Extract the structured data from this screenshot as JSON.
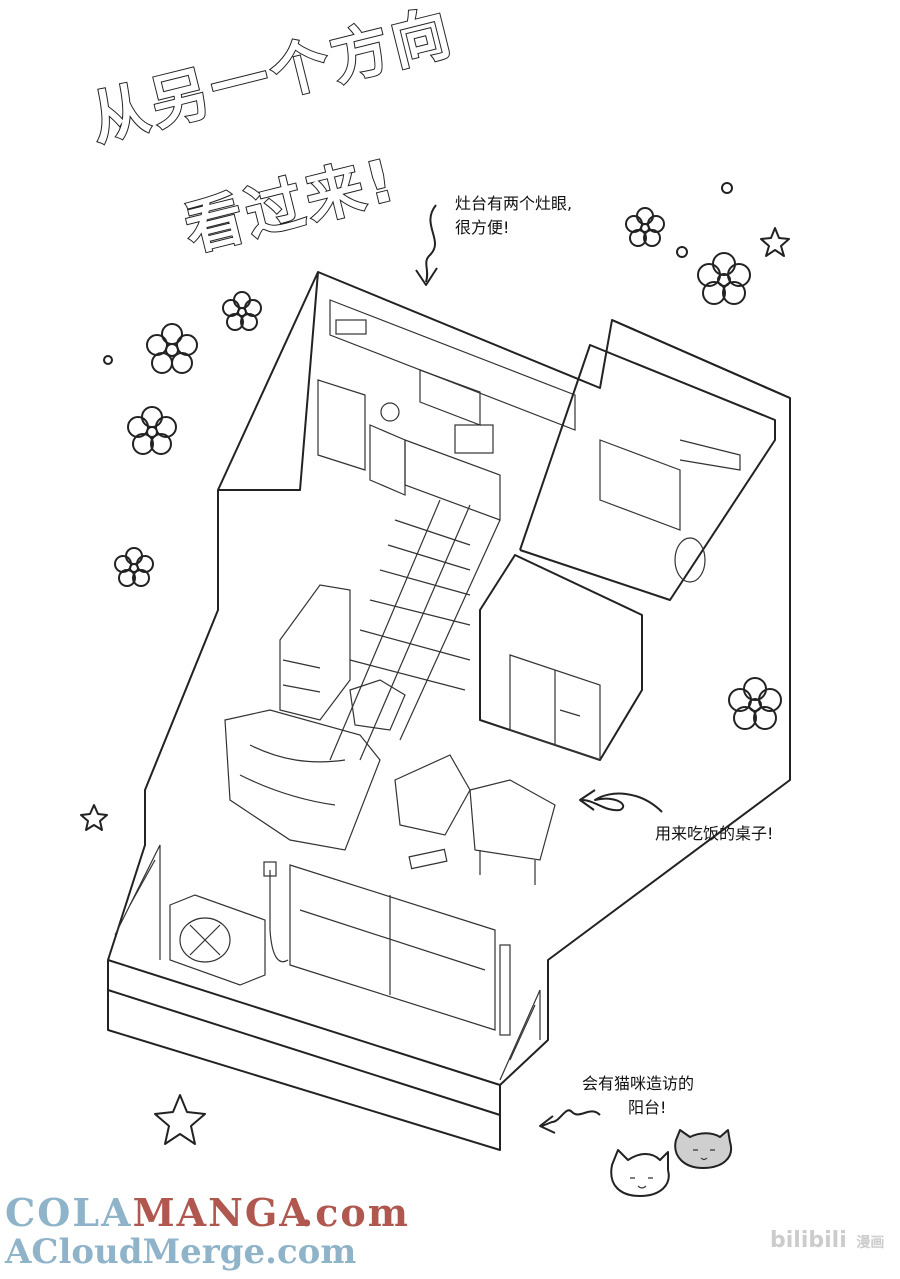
{
  "title": {
    "line1": "从另一个方向",
    "line2": "看过来!"
  },
  "notes": {
    "stove": [
      "灶台有两个灶眼,",
      "很方便!"
    ],
    "table": "用来吃饭的桌子!",
    "balcony": [
      "会有猫咪造访的",
      "阳台!"
    ]
  },
  "watermark": {
    "cola_part": "COLA",
    "manga_part": "MANGA",
    "dotcom1": ".com",
    "acloud": "ACloudMerge.com",
    "bili": "bilibili",
    "bili_sub": "漫画"
  },
  "colors": {
    "cola": "#8fb3c9",
    "manga": "#b0584f",
    "acloud": "#8fb3c9",
    "ink": "#222222"
  }
}
